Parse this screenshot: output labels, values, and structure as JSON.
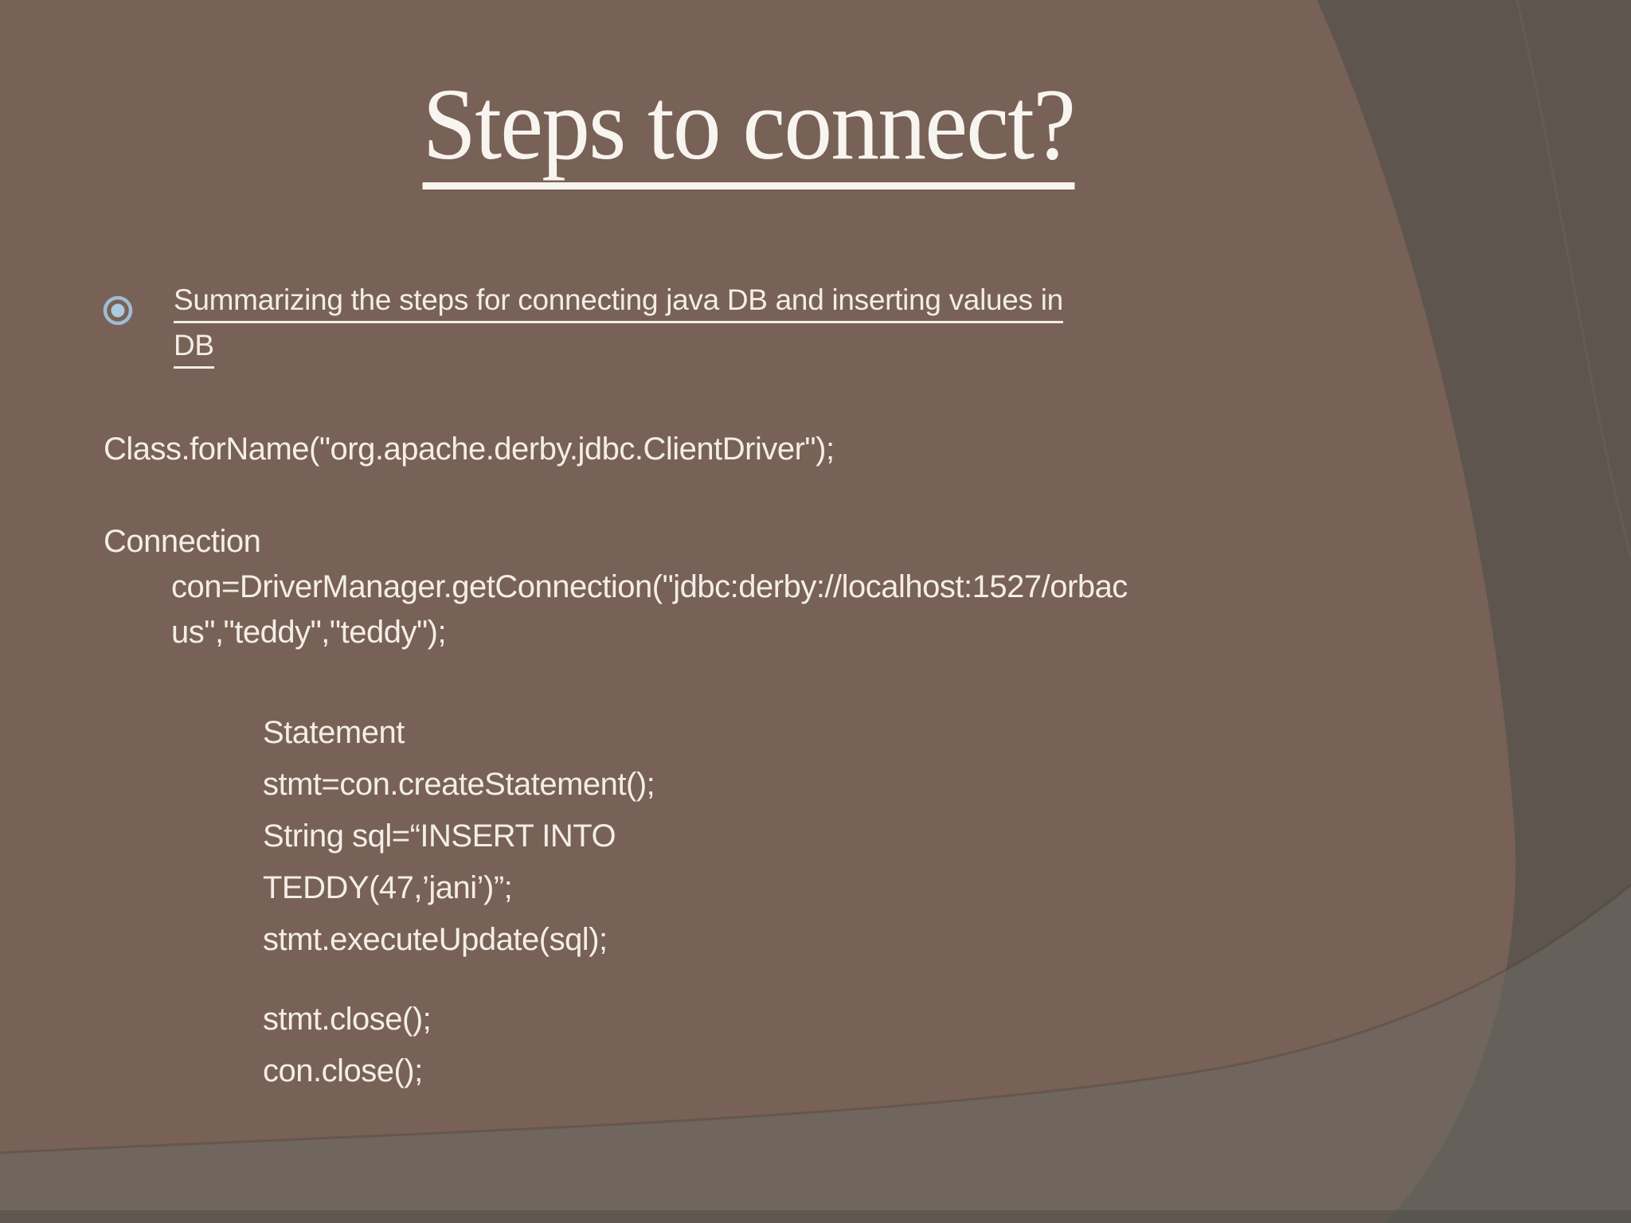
{
  "slide": {
    "title": "Steps to connect?",
    "bullet": {
      "line1": "Summarizing the steps for connecting java DB and inserting values in",
      "line2": "DB"
    },
    "code": {
      "lines": [
        "Class.forName(\"org.apache.derby.jdbc.ClientDriver\");",
        "Connection",
        "con=DriverManager.getConnection(\"jdbc:derby://localhost:1527/orbac",
        "us\",\"teddy\",\"teddy\");",
        "Statement",
        "stmt=con.createStatement();",
        "String sql=“INSERT INTO",
        "TEDDY(47,’jani’)”;",
        "stmt.executeUpdate(sql);",
        "stmt.close();",
        "con.close();"
      ]
    },
    "colors": {
      "background": "#786157",
      "dark_swoosh": "#5E554F",
      "gray_band": "#6B6A62",
      "bottom_strip": "#5C564F",
      "text": "#F3EEE6",
      "bullet_icon_blue": "#A5C2D8"
    }
  }
}
